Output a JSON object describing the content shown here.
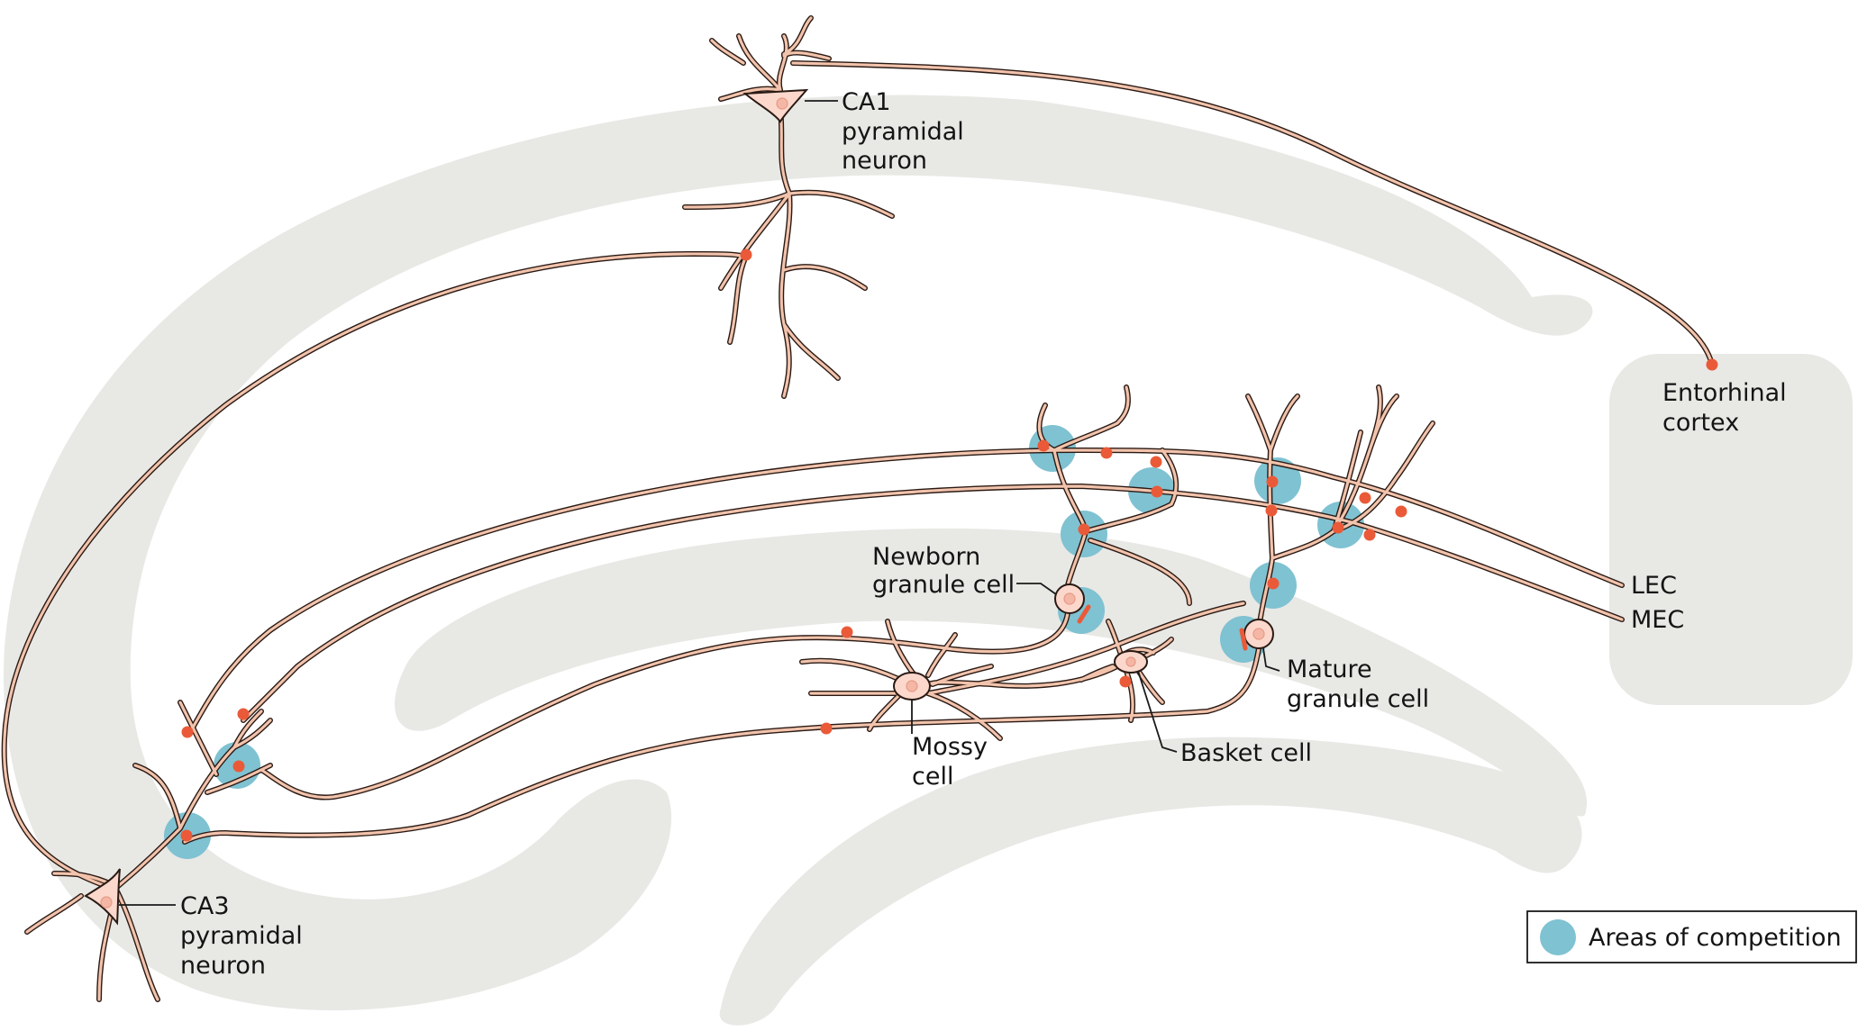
{
  "figure": {
    "title": "Hippocampal circuit with areas of competition"
  },
  "labels": {
    "ca1": [
      "CA1",
      "pyramidal",
      "neuron"
    ],
    "ca3": [
      "CA3",
      "pyramidal",
      "neuron"
    ],
    "entorhinal": [
      "Entorhinal",
      "cortex"
    ],
    "lec": "LEC",
    "mec": "MEC",
    "newborn": [
      "Newborn",
      "granule cell"
    ],
    "mature": [
      "Mature",
      "granule cell"
    ],
    "mossy": [
      "Mossy",
      "cell"
    ],
    "basket": "Basket cell"
  },
  "legend": {
    "items": [
      {
        "label": "Areas of competition",
        "symbol": "competition-circle-icon",
        "color": "#7fc2d2"
      }
    ]
  },
  "colors": {
    "region_band": "#e8e8e5",
    "neuron_fill": "#f2c3ac",
    "neuron_outline": "#2a1a14",
    "soma": "#fbd8cb",
    "synapse": "#ea5a38",
    "competition": "#7fc2d2"
  }
}
